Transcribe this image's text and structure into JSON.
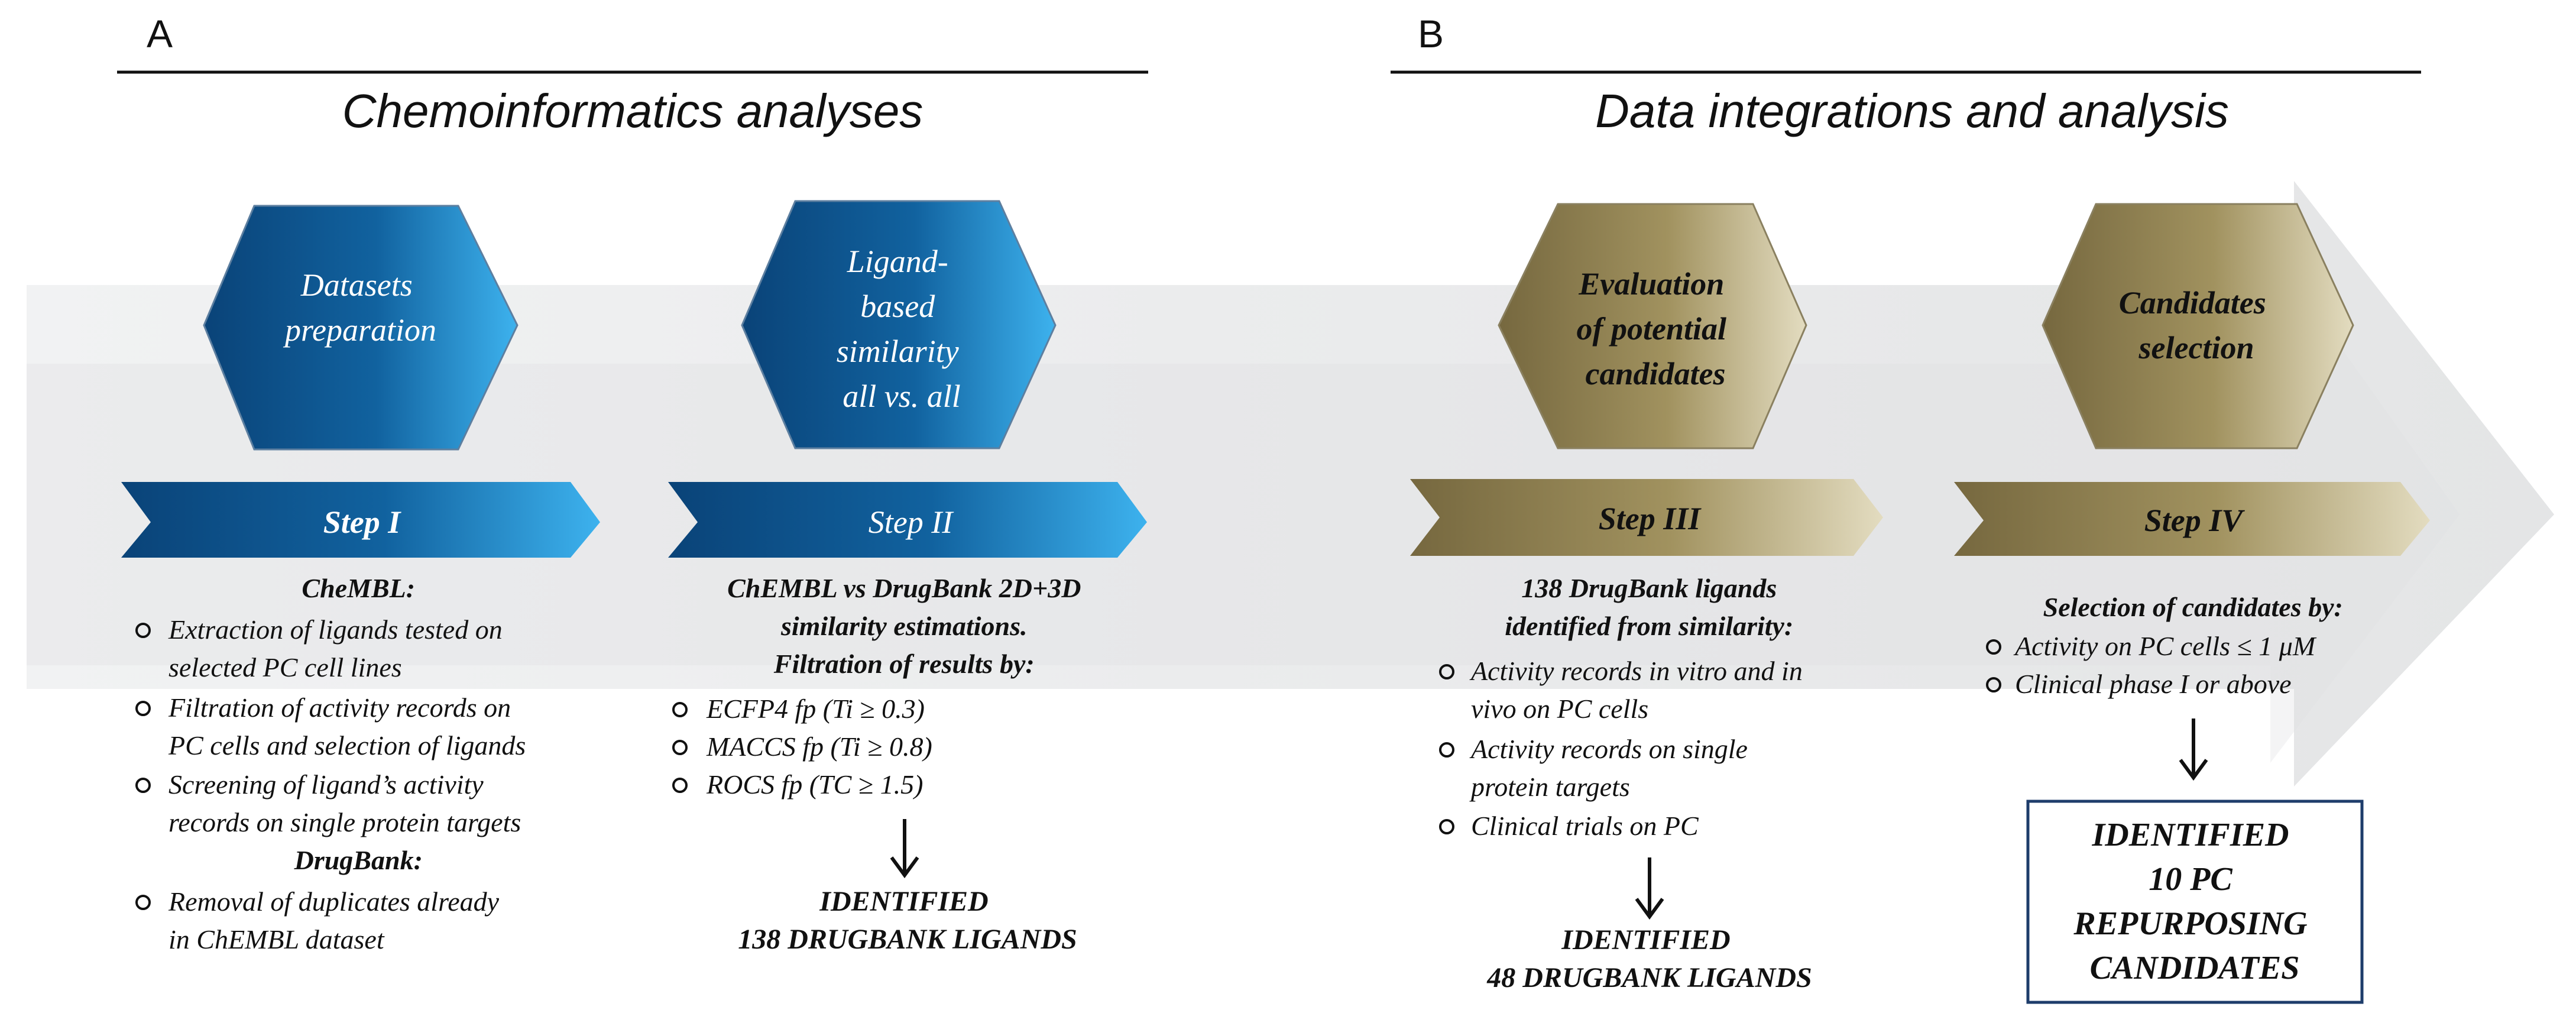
{
  "panels": {
    "a": {
      "letter": "A",
      "title": "Chemoinformatics analyses"
    },
    "b": {
      "letter": "B",
      "title": "Data integrations and analysis"
    }
  },
  "colors": {
    "blue_dark": "#0c4f86",
    "blue_light": "#3aa9e6",
    "gold_dark": "#7f7046",
    "gold_light": "#ddd4b4",
    "arrow_band": "#e9eaeb"
  },
  "steps": [
    {
      "id": "1",
      "hex_lines": [
        "Datasets",
        "preparation"
      ],
      "label": "Step I",
      "desc": [
        {
          "kind": "heading",
          "text": "CheMBL:"
        },
        {
          "kind": "bullet",
          "lines": [
            "Extraction of ligands tested on",
            "selected PC cell lines"
          ]
        },
        {
          "kind": "bullet",
          "lines": [
            "Filtration of activity records on",
            "PC cells and selection of ligands"
          ]
        },
        {
          "kind": "bullet",
          "lines": [
            "Screening of ligand’s activity",
            "records on single protein targets"
          ]
        },
        {
          "kind": "heading",
          "text": "DrugBank:"
        },
        {
          "kind": "bullet",
          "lines": [
            "Removal of duplicates already",
            "in ChEMBL dataset"
          ]
        }
      ]
    },
    {
      "id": "2",
      "hex_lines": [
        "Ligand-",
        "based",
        "similarity",
        "all vs. all"
      ],
      "label": "Step II",
      "desc": [
        {
          "kind": "heading",
          "text": "ChEMBL vs DrugBank 2D+3D"
        },
        {
          "kind": "heading",
          "text": "similarity estimations."
        },
        {
          "kind": "heading",
          "text": "Filtration of results by:"
        },
        {
          "kind": "bullet",
          "lines": [
            "ECFP4 fp (Ti ≥ 0.3)"
          ]
        },
        {
          "kind": "bullet",
          "lines": [
            "MACCS fp (Ti ≥ 0.8)"
          ]
        },
        {
          "kind": "bullet",
          "lines": [
            "ROCS fp (TC ≥ 1.5)"
          ]
        }
      ],
      "result": [
        "IDENTIFIED",
        "138 DRUGBANK LIGANDS"
      ]
    },
    {
      "id": "3",
      "hex_lines": [
        "Evaluation",
        "of potential",
        "candidates"
      ],
      "label": "Step III",
      "desc": [
        {
          "kind": "heading",
          "text": "138 DrugBank ligands"
        },
        {
          "kind": "heading",
          "text": "identified from similarity:"
        },
        {
          "kind": "bullet",
          "lines": [
            "Activity records in vitro and in",
            "vivo on PC cells"
          ]
        },
        {
          "kind": "bullet",
          "lines": [
            "Activity records on single",
            "protein targets"
          ]
        },
        {
          "kind": "bullet",
          "lines": [
            "Clinical trials on PC"
          ]
        }
      ],
      "result": [
        "IDENTIFIED",
        "48 DRUGBANK LIGANDS"
      ]
    },
    {
      "id": "4",
      "hex_lines": [
        "Candidates",
        "selection"
      ],
      "label": "Step IV",
      "desc": [
        {
          "kind": "heading",
          "text": "Selection of candidates by:"
        },
        {
          "kind": "bullet",
          "lines": [
            "Activity on PC cells ≤ 1 μM"
          ]
        },
        {
          "kind": "bullet",
          "lines": [
            "Clinical phase I or above"
          ]
        }
      ],
      "result": [
        "IDENTIFIED",
        "10 PC",
        "REPURPOSING",
        "CANDIDATES"
      ]
    }
  ]
}
